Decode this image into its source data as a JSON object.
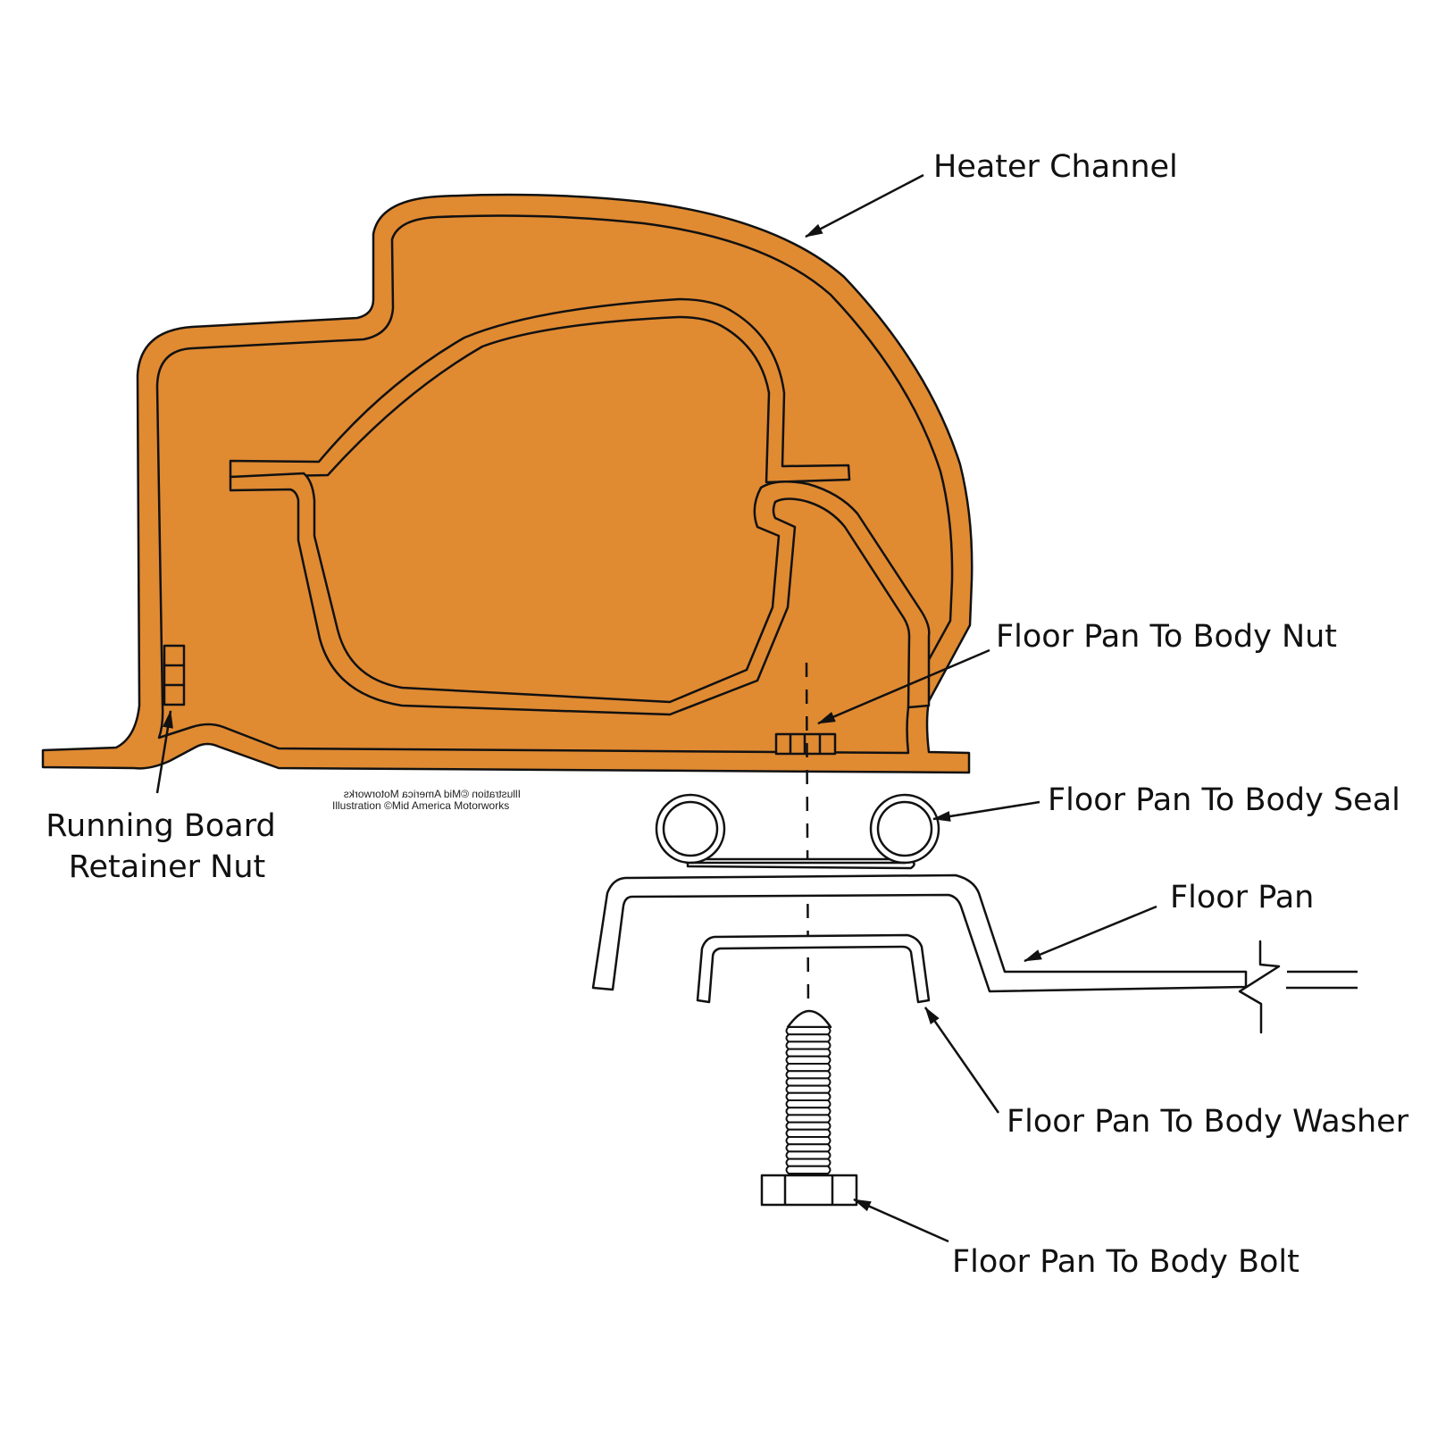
{
  "diagram": {
    "labels": {
      "heater_channel": "Heater Channel",
      "floor_pan_to_body_nut": "Floor Pan To Body Nut",
      "floor_pan_to_body_seal": "Floor Pan To Body Seal",
      "floor_pan": "Floor Pan",
      "floor_pan_to_body_washer": "Floor Pan To Body Washer",
      "floor_pan_to_body_bolt": "Floor Pan To Body Bolt",
      "running_board_retainer_nut_line1": "Running Board",
      "running_board_retainer_nut_line2": "Retainer Nut"
    },
    "credit": {
      "mirrored": "Illustration ©Mid America Motorworks",
      "normal": "Illustration ©Mid America Motorworks"
    },
    "colors": {
      "body_metal": "#e08a32",
      "outline": "#111111",
      "background": "#ffffff"
    }
  }
}
